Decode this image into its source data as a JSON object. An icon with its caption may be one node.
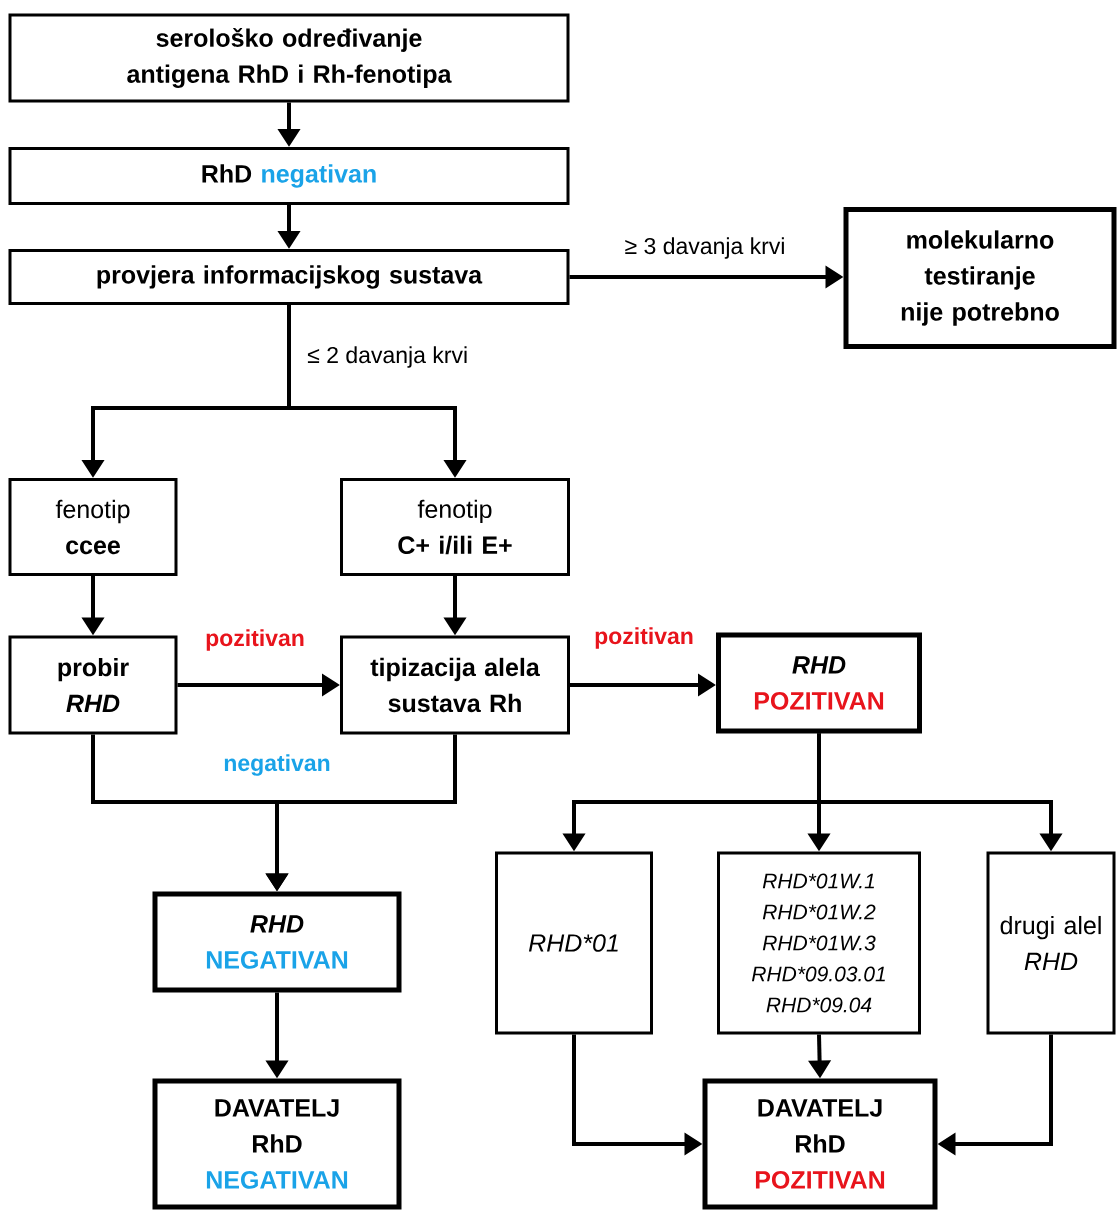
{
  "diagram": {
    "nodes": [
      {
        "text": [
          "serološko određivanje antigena RhD i Rh-fenotipa"
        ]
      },
      {
        "text": [
          "RhD",
          "negativan"
        ]
      },
      {
        "text": [
          "provjera informacijskog sustava"
        ]
      },
      {
        "text": [
          "molekularno testiranje nije potrebno"
        ]
      },
      {
        "text": [
          "fenotip",
          "ccee"
        ]
      },
      {
        "text": [
          "fenotip",
          "C+ i/ili E+"
        ]
      },
      {
        "text": [
          "probir",
          "RHD"
        ]
      },
      {
        "text": [
          "tipizacija alela sustava Rh"
        ]
      },
      {
        "text": [
          "RHD",
          "POZITIVAN"
        ]
      },
      {
        "text": [
          "RHD",
          "NEGATIVAN"
        ]
      },
      {
        "text": [
          "RHD*01"
        ]
      },
      {
        "text": [
          "RHD*01W.1",
          "RHD*01W.2",
          "RHD*01W.3",
          "RHD*09.03.01",
          "RHD*09.04"
        ]
      },
      {
        "text": [
          "drugi alel",
          "RHD"
        ]
      },
      {
        "text": [
          "DAVATELJ RhD",
          "NEGATIVAN"
        ]
      },
      {
        "text": [
          "DAVATELJ RhD",
          "POZITIVAN"
        ]
      }
    ],
    "edges": [
      {
        "from": 0,
        "to": 1,
        "arrow": "to"
      },
      {
        "from": 1,
        "to": 2,
        "arrow": "to"
      },
      {
        "from": 2,
        "to": 3,
        "arrow": "to",
        "label": "≥ 3 davanja krvi"
      },
      {
        "from": 2,
        "to": 4,
        "arrow": "to",
        "label": "≤ 2 davanja krvi"
      },
      {
        "from": 2,
        "to": 5,
        "arrow": "to"
      },
      {
        "from": 4,
        "to": 6,
        "arrow": "to"
      },
      {
        "from": 5,
        "to": 7,
        "arrow": "to"
      },
      {
        "from": 6,
        "to": 7,
        "arrow": "to",
        "label": "pozitivan"
      },
      {
        "from": 7,
        "to": 8,
        "arrow": "to",
        "label": "pozitivan"
      },
      {
        "from": 6,
        "to": 9,
        "arrow": "to",
        "label": "negativan"
      },
      {
        "from": 7,
        "to": 9,
        "arrow": "to"
      },
      {
        "from": 8,
        "to": 10,
        "arrow": "to"
      },
      {
        "from": 8,
        "to": 11,
        "arrow": "to"
      },
      {
        "from": 8,
        "to": 12,
        "arrow": "to"
      },
      {
        "from": 10,
        "to": 14,
        "arrow": "to"
      },
      {
        "from": 11,
        "to": 14,
        "arrow": "to"
      },
      {
        "from": 12,
        "to": 14,
        "arrow": "to"
      },
      {
        "from": 9,
        "to": 13,
        "arrow": "to"
      }
    ]
  }
}
